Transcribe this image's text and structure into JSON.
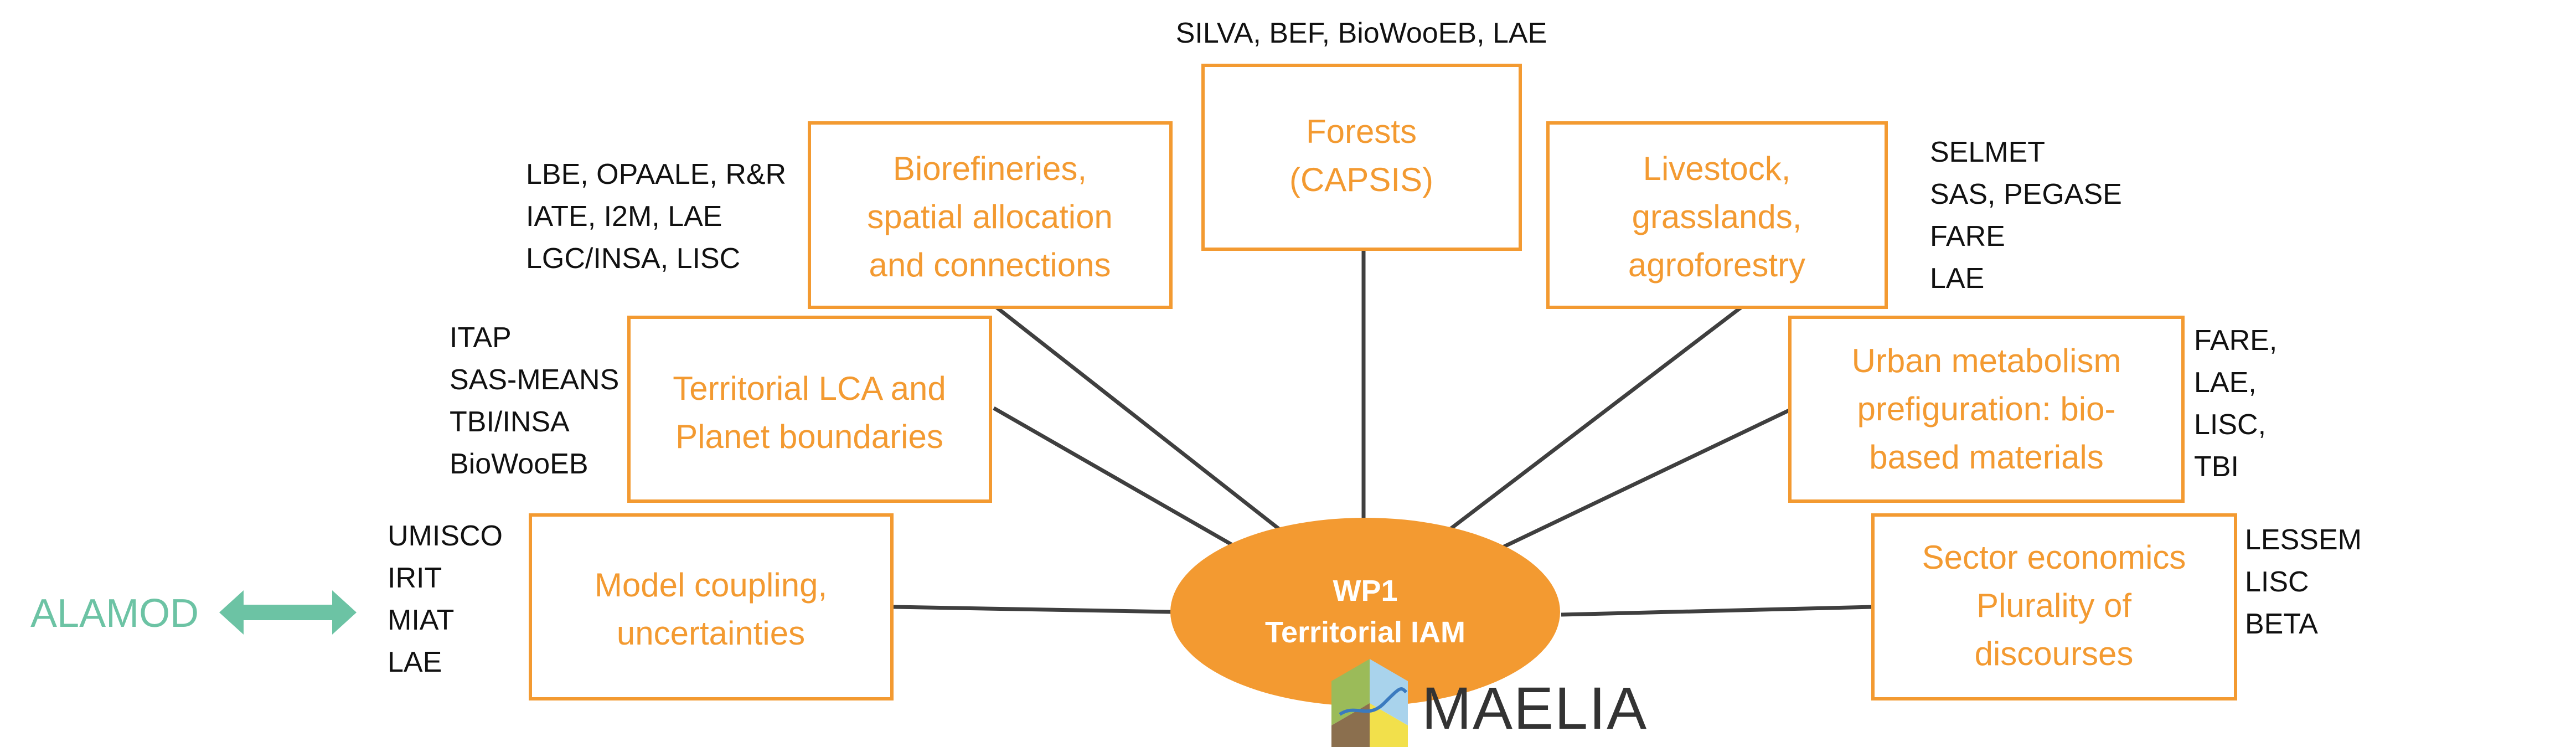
{
  "colors": {
    "accent": "#f39a31",
    "line": "#3f3f3f",
    "text": "#111111",
    "center_text": "#ffffff",
    "alamod": "#6cc3a4",
    "maelia_text": "#333333"
  },
  "center": {
    "title": "WP1",
    "subtitle": "Territorial IAM"
  },
  "alamod": {
    "label": "ALAMOD",
    "icon": "double-arrow-icon"
  },
  "logo": {
    "text": "MAELIA",
    "icon": "maelia-hexagon-logo-icon"
  },
  "modules": [
    {
      "id": "forests",
      "lines": [
        "Forests",
        "(CAPSIS)"
      ],
      "partners": [
        "SILVA, BEF, BioWooEB, LAE"
      ]
    },
    {
      "id": "biorefineries",
      "lines": [
        "Biorefineries,",
        "spatial allocation",
        "and connections"
      ],
      "partners": [
        "LBE, OPAALE, R&R",
        "IATE, I2M, LAE",
        "LGC/INSA, LISC"
      ]
    },
    {
      "id": "livestock",
      "lines": [
        "Livestock,",
        "grasslands,",
        "agroforestry"
      ],
      "partners": [
        "SELMET",
        "SAS, PEGASE",
        "FARE",
        "LAE"
      ]
    },
    {
      "id": "territorial-lca",
      "lines": [
        "Territorial LCA and",
        "Planet boundaries"
      ],
      "partners": [
        "ITAP",
        "SAS-MEANS",
        "TBI/INSA",
        "BioWooEB"
      ]
    },
    {
      "id": "urban-metabolism",
      "lines": [
        "Urban metabolism",
        "prefiguration: bio-",
        "based materials"
      ],
      "partners": [
        "FARE,",
        "LAE,",
        "LISC,",
        "TBI"
      ]
    },
    {
      "id": "model-coupling",
      "lines": [
        "Model coupling,",
        "uncertainties"
      ],
      "partners": [
        "UMISCO",
        "IRIT",
        "MIAT",
        "LAE"
      ]
    },
    {
      "id": "sector-economics",
      "lines": [
        "Sector economics",
        "Plurality of",
        "discourses"
      ],
      "partners": [
        "LESSEM",
        "LISC",
        "BETA"
      ]
    }
  ]
}
